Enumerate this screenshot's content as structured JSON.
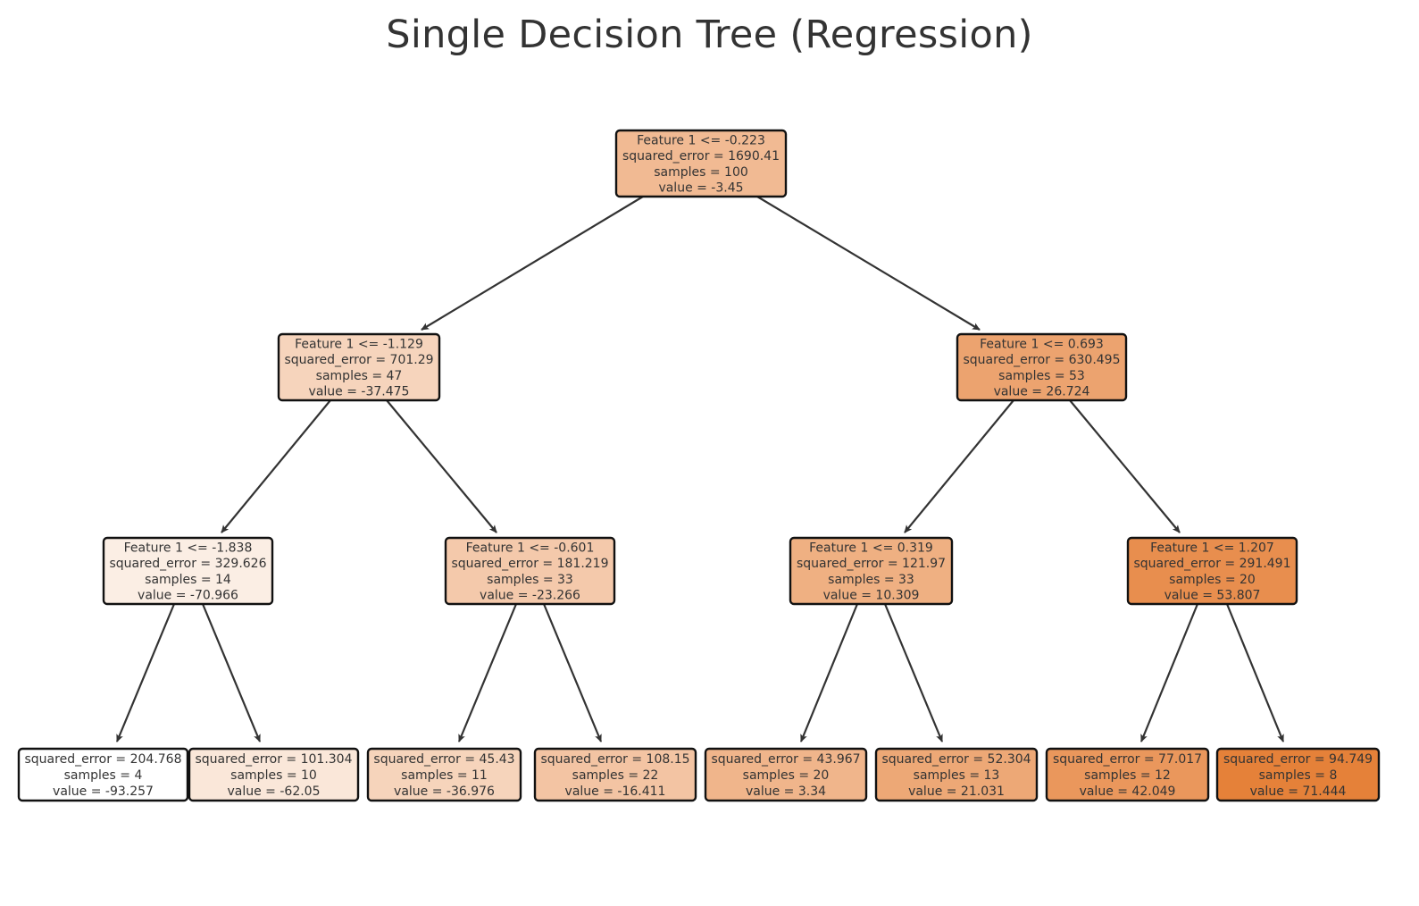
{
  "title": "Single Decision Tree (Regression)",
  "min_value": -93.257,
  "max_value": 71.444,
  "leaf_color": "#e58139",
  "nodes": [
    {
      "id": "root",
      "lines": [
        "Feature 1 <= -0.223",
        "squared_error = 1690.41",
        "samples = 100",
        "value = -3.45"
      ],
      "value": -3.45
    },
    {
      "id": "n-left",
      "lines": [
        "Feature 1 <= -1.129",
        "squared_error = 701.29",
        "samples = 47",
        "value = -37.475"
      ],
      "value": -37.475
    },
    {
      "id": "n-right",
      "lines": [
        "Feature 1 <= 0.693",
        "squared_error = 630.495",
        "samples = 53",
        "value = 26.724"
      ],
      "value": 26.724
    },
    {
      "id": "n-ll",
      "lines": [
        "Feature 1 <= -1.838",
        "squared_error = 329.626",
        "samples = 14",
        "value = -70.966"
      ],
      "value": -70.966
    },
    {
      "id": "n-lr",
      "lines": [
        "Feature 1 <= -0.601",
        "squared_error = 181.219",
        "samples = 33",
        "value = -23.266"
      ],
      "value": -23.266
    },
    {
      "id": "n-rl",
      "lines": [
        "Feature 1 <= 0.319",
        "squared_error = 121.97",
        "samples = 33",
        "value = 10.309"
      ],
      "value": 10.309
    },
    {
      "id": "n-rr",
      "lines": [
        "Feature 1 <= 1.207",
        "squared_error = 291.491",
        "samples = 20",
        "value = 53.807"
      ],
      "value": 53.807
    },
    {
      "id": "leaf-1",
      "lines": [
        "squared_error = 204.768",
        "samples = 4",
        "value = -93.257"
      ],
      "value": -93.257
    },
    {
      "id": "leaf-2",
      "lines": [
        "squared_error = 101.304",
        "samples = 10",
        "value = -62.05"
      ],
      "value": -62.05
    },
    {
      "id": "leaf-3",
      "lines": [
        "squared_error = 45.43",
        "samples = 11",
        "value = -36.976"
      ],
      "value": -36.976
    },
    {
      "id": "leaf-4",
      "lines": [
        "squared_error = 108.15",
        "samples = 22",
        "value = -16.411"
      ],
      "value": -16.411
    },
    {
      "id": "leaf-5",
      "lines": [
        "squared_error = 43.967",
        "samples = 20",
        "value = 3.34"
      ],
      "value": 3.34
    },
    {
      "id": "leaf-6",
      "lines": [
        "squared_error = 52.304",
        "samples = 13",
        "value = 21.031"
      ],
      "value": 21.031
    },
    {
      "id": "leaf-7",
      "lines": [
        "squared_error = 77.017",
        "samples = 12",
        "value = 42.049"
      ],
      "value": 42.049
    },
    {
      "id": "leaf-8",
      "lines": [
        "squared_error = 94.749",
        "samples = 8",
        "value = 71.444"
      ],
      "value": 71.444
    }
  ],
  "edges": [
    [
      "root",
      "n-left"
    ],
    [
      "root",
      "n-right"
    ],
    [
      "n-left",
      "n-ll"
    ],
    [
      "n-left",
      "n-lr"
    ],
    [
      "n-right",
      "n-rl"
    ],
    [
      "n-right",
      "n-rr"
    ],
    [
      "n-ll",
      "leaf-1"
    ],
    [
      "n-ll",
      "leaf-2"
    ],
    [
      "n-lr",
      "leaf-3"
    ],
    [
      "n-lr",
      "leaf-4"
    ],
    [
      "n-rl",
      "leaf-5"
    ],
    [
      "n-rl",
      "leaf-6"
    ],
    [
      "n-rr",
      "leaf-7"
    ],
    [
      "n-rr",
      "leaf-8"
    ]
  ]
}
